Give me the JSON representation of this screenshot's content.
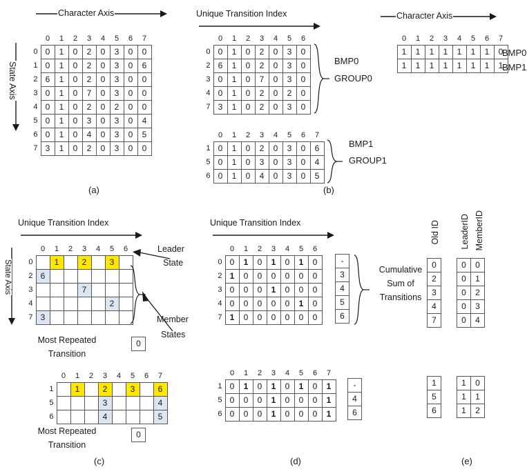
{
  "figure": {
    "panel_labels": {
      "a": "(a)",
      "b": "(b)",
      "c": "(c)",
      "d": "(d)",
      "e": "(e)"
    },
    "axes": {
      "character_axis": "Character Axis",
      "state_axis": "State Axis",
      "unique_transition_index": "Unique Transition Index"
    },
    "colors": {
      "leader_highlight": "#FFE800",
      "member_highlight": "#DCE6F2",
      "grid_line": "#555555"
    }
  },
  "panel_a": {
    "col_headers": [
      "0",
      "1",
      "2",
      "3",
      "4",
      "5",
      "6",
      "7"
    ],
    "row_labels": [
      "0",
      "1",
      "2",
      "3",
      "4",
      "5",
      "6",
      "7"
    ],
    "rows": [
      [
        "0",
        "1",
        "0",
        "2",
        "0",
        "3",
        "0",
        "0"
      ],
      [
        "0",
        "1",
        "0",
        "2",
        "0",
        "3",
        "0",
        "6"
      ],
      [
        "6",
        "1",
        "0",
        "2",
        "0",
        "3",
        "0",
        "0"
      ],
      [
        "0",
        "1",
        "0",
        "7",
        "0",
        "3",
        "0",
        "0"
      ],
      [
        "0",
        "1",
        "0",
        "2",
        "0",
        "2",
        "0",
        "0"
      ],
      [
        "0",
        "1",
        "0",
        "3",
        "0",
        "3",
        "0",
        "4"
      ],
      [
        "0",
        "1",
        "0",
        "4",
        "0",
        "3",
        "0",
        "5"
      ],
      [
        "3",
        "1",
        "0",
        "2",
        "0",
        "3",
        "0",
        "0"
      ]
    ]
  },
  "panel_b": {
    "group0": {
      "label_top": "BMP0",
      "label_bottom": "GROUP0",
      "col_headers": [
        "0",
        "1",
        "2",
        "3",
        "4",
        "5",
        "6"
      ],
      "row_labels": [
        "0",
        "2",
        "3",
        "4",
        "7"
      ],
      "rows": [
        [
          "0",
          "1",
          "0",
          "2",
          "0",
          "3",
          "0"
        ],
        [
          "6",
          "1",
          "0",
          "2",
          "0",
          "3",
          "0"
        ],
        [
          "0",
          "1",
          "0",
          "7",
          "0",
          "3",
          "0"
        ],
        [
          "0",
          "1",
          "0",
          "2",
          "0",
          "2",
          "0"
        ],
        [
          "3",
          "1",
          "0",
          "2",
          "0",
          "3",
          "0"
        ]
      ]
    },
    "group1": {
      "label_top": "BMP1",
      "label_bottom": "GROUP1",
      "col_headers": [
        "0",
        "1",
        "2",
        "3",
        "4",
        "5",
        "6",
        "7"
      ],
      "row_labels": [
        "1",
        "5",
        "6"
      ],
      "rows": [
        [
          "0",
          "1",
          "0",
          "2",
          "0",
          "3",
          "0",
          "6"
        ],
        [
          "0",
          "1",
          "0",
          "3",
          "0",
          "3",
          "0",
          "4"
        ],
        [
          "0",
          "1",
          "0",
          "4",
          "0",
          "3",
          "0",
          "5"
        ]
      ]
    },
    "bmp_masks": {
      "col_headers": [
        "0",
        "1",
        "2",
        "3",
        "4",
        "5",
        "6",
        "7"
      ],
      "row_labels": [
        "BMP0",
        "BMP1"
      ],
      "rows": [
        [
          "1",
          "1",
          "1",
          "1",
          "1",
          "1",
          "1",
          "0"
        ],
        [
          "1",
          "1",
          "1",
          "1",
          "1",
          "1",
          "1",
          "1"
        ]
      ]
    }
  },
  "panel_c": {
    "leader_state_label": "Leader\nState",
    "leader_state_line1": "Leader",
    "leader_state_line2": "State",
    "member_states_line1": "Member",
    "member_states_line2": "States",
    "most_repeated_line1": "Most Repeated",
    "most_repeated_line2": "Transition",
    "group0": {
      "col_headers": [
        "0",
        "1",
        "2",
        "3",
        "4",
        "5",
        "6"
      ],
      "row_labels": [
        "0",
        "2",
        "3",
        "4",
        "7"
      ],
      "rows": [
        [
          {
            "v": "",
            "hl": "none"
          },
          {
            "v": "1",
            "hl": "yellow"
          },
          {
            "v": "",
            "hl": "none"
          },
          {
            "v": "2",
            "hl": "yellow"
          },
          {
            "v": "",
            "hl": "none"
          },
          {
            "v": "3",
            "hl": "yellow"
          },
          {
            "v": "",
            "hl": "none"
          }
        ],
        [
          {
            "v": "6",
            "hl": "blue"
          },
          {
            "v": "",
            "hl": "none"
          },
          {
            "v": "",
            "hl": "none"
          },
          {
            "v": "",
            "hl": "none"
          },
          {
            "v": "",
            "hl": "none"
          },
          {
            "v": "",
            "hl": "none"
          },
          {
            "v": "",
            "hl": "none"
          }
        ],
        [
          {
            "v": "",
            "hl": "none"
          },
          {
            "v": "",
            "hl": "none"
          },
          {
            "v": "",
            "hl": "none"
          },
          {
            "v": "7",
            "hl": "blue"
          },
          {
            "v": "",
            "hl": "none"
          },
          {
            "v": "",
            "hl": "none"
          },
          {
            "v": "",
            "hl": "none"
          }
        ],
        [
          {
            "v": "",
            "hl": "none"
          },
          {
            "v": "",
            "hl": "none"
          },
          {
            "v": "",
            "hl": "none"
          },
          {
            "v": "",
            "hl": "none"
          },
          {
            "v": "",
            "hl": "none"
          },
          {
            "v": "2",
            "hl": "blue"
          },
          {
            "v": "",
            "hl": "none"
          }
        ],
        [
          {
            "v": "3",
            "hl": "blue"
          },
          {
            "v": "",
            "hl": "none"
          },
          {
            "v": "",
            "hl": "none"
          },
          {
            "v": "",
            "hl": "none"
          },
          {
            "v": "",
            "hl": "none"
          },
          {
            "v": "",
            "hl": "none"
          },
          {
            "v": "",
            "hl": "none"
          }
        ]
      ],
      "most_repeated_value": "0"
    },
    "group1": {
      "col_headers": [
        "0",
        "1",
        "2",
        "3",
        "4",
        "5",
        "6",
        "7"
      ],
      "row_labels": [
        "1",
        "5",
        "6"
      ],
      "rows": [
        [
          {
            "v": "",
            "hl": "none"
          },
          {
            "v": "1",
            "hl": "yellow"
          },
          {
            "v": "",
            "hl": "none"
          },
          {
            "v": "2",
            "hl": "yellow"
          },
          {
            "v": "",
            "hl": "none"
          },
          {
            "v": "3",
            "hl": "yellow"
          },
          {
            "v": "",
            "hl": "none"
          },
          {
            "v": "6",
            "hl": "yellow"
          }
        ],
        [
          {
            "v": "",
            "hl": "none"
          },
          {
            "v": "",
            "hl": "none"
          },
          {
            "v": "",
            "hl": "none"
          },
          {
            "v": "3",
            "hl": "blue"
          },
          {
            "v": "",
            "hl": "none"
          },
          {
            "v": "",
            "hl": "none"
          },
          {
            "v": "",
            "hl": "none"
          },
          {
            "v": "4",
            "hl": "blue"
          }
        ],
        [
          {
            "v": "",
            "hl": "none"
          },
          {
            "v": "",
            "hl": "none"
          },
          {
            "v": "",
            "hl": "none"
          },
          {
            "v": "4",
            "hl": "blue"
          },
          {
            "v": "",
            "hl": "none"
          },
          {
            "v": "",
            "hl": "none"
          },
          {
            "v": "",
            "hl": "none"
          },
          {
            "v": "5",
            "hl": "blue"
          }
        ]
      ],
      "most_repeated_value": "0"
    }
  },
  "panel_d": {
    "cumulative_line1": "Cumulative",
    "cumulative_line2": "Sum of",
    "cumulative_line3": "Transitions",
    "group0": {
      "col_headers": [
        "0",
        "1",
        "2",
        "3",
        "4",
        "5",
        "6"
      ],
      "row_labels": [
        "0",
        "2",
        "3",
        "4",
        "7"
      ],
      "rows": [
        [
          {
            "v": "0",
            "b": false
          },
          {
            "v": "1",
            "b": true
          },
          {
            "v": "0",
            "b": false
          },
          {
            "v": "1",
            "b": true
          },
          {
            "v": "0",
            "b": false
          },
          {
            "v": "1",
            "b": true
          },
          {
            "v": "0",
            "b": false
          }
        ],
        [
          {
            "v": "1",
            "b": true
          },
          {
            "v": "0",
            "b": false
          },
          {
            "v": "0",
            "b": false
          },
          {
            "v": "0",
            "b": false
          },
          {
            "v": "0",
            "b": false
          },
          {
            "v": "0",
            "b": false
          },
          {
            "v": "0",
            "b": false
          }
        ],
        [
          {
            "v": "0",
            "b": false
          },
          {
            "v": "0",
            "b": false
          },
          {
            "v": "0",
            "b": false
          },
          {
            "v": "1",
            "b": true
          },
          {
            "v": "0",
            "b": false
          },
          {
            "v": "0",
            "b": false
          },
          {
            "v": "0",
            "b": false
          }
        ],
        [
          {
            "v": "0",
            "b": false
          },
          {
            "v": "0",
            "b": false
          },
          {
            "v": "0",
            "b": false
          },
          {
            "v": "0",
            "b": false
          },
          {
            "v": "0",
            "b": false
          },
          {
            "v": "1",
            "b": true
          },
          {
            "v": "0",
            "b": false
          }
        ],
        [
          {
            "v": "1",
            "b": true
          },
          {
            "v": "0",
            "b": false
          },
          {
            "v": "0",
            "b": false
          },
          {
            "v": "0",
            "b": false
          },
          {
            "v": "0",
            "b": false
          },
          {
            "v": "0",
            "b": false
          },
          {
            "v": "0",
            "b": false
          }
        ]
      ],
      "cumsum": [
        "-",
        "3",
        "4",
        "5",
        "6"
      ]
    },
    "group1": {
      "col_headers": [
        "0",
        "1",
        "2",
        "3",
        "4",
        "5",
        "6",
        "7"
      ],
      "row_labels": [
        "1",
        "5",
        "6"
      ],
      "rows": [
        [
          {
            "v": "0",
            "b": false
          },
          {
            "v": "1",
            "b": true
          },
          {
            "v": "0",
            "b": false
          },
          {
            "v": "1",
            "b": true
          },
          {
            "v": "0",
            "b": false
          },
          {
            "v": "1",
            "b": true
          },
          {
            "v": "0",
            "b": false
          },
          {
            "v": "1",
            "b": true
          }
        ],
        [
          {
            "v": "0",
            "b": false
          },
          {
            "v": "0",
            "b": false
          },
          {
            "v": "0",
            "b": false
          },
          {
            "v": "1",
            "b": true
          },
          {
            "v": "0",
            "b": false
          },
          {
            "v": "0",
            "b": false
          },
          {
            "v": "0",
            "b": false
          },
          {
            "v": "1",
            "b": true
          }
        ],
        [
          {
            "v": "0",
            "b": false
          },
          {
            "v": "0",
            "b": false
          },
          {
            "v": "0",
            "b": false
          },
          {
            "v": "1",
            "b": true
          },
          {
            "v": "0",
            "b": false
          },
          {
            "v": "0",
            "b": false
          },
          {
            "v": "0",
            "b": false
          },
          {
            "v": "1",
            "b": true
          }
        ]
      ],
      "cumsum": [
        "-",
        "4",
        "6"
      ]
    }
  },
  "panel_e": {
    "headers": {
      "old_id": "Old ID",
      "leader_id": "LeaderID",
      "member_id": "MemberID"
    },
    "group0": {
      "old_id": [
        "0",
        "2",
        "3",
        "4",
        "7"
      ],
      "id_pairs": [
        [
          "0",
          "0"
        ],
        [
          "0",
          "1"
        ],
        [
          "0",
          "2"
        ],
        [
          "0",
          "3"
        ],
        [
          "0",
          "4"
        ]
      ]
    },
    "group1": {
      "old_id": [
        "1",
        "5",
        "6"
      ],
      "id_pairs": [
        [
          "1",
          "0"
        ],
        [
          "1",
          "1"
        ],
        [
          "1",
          "2"
        ]
      ]
    }
  }
}
